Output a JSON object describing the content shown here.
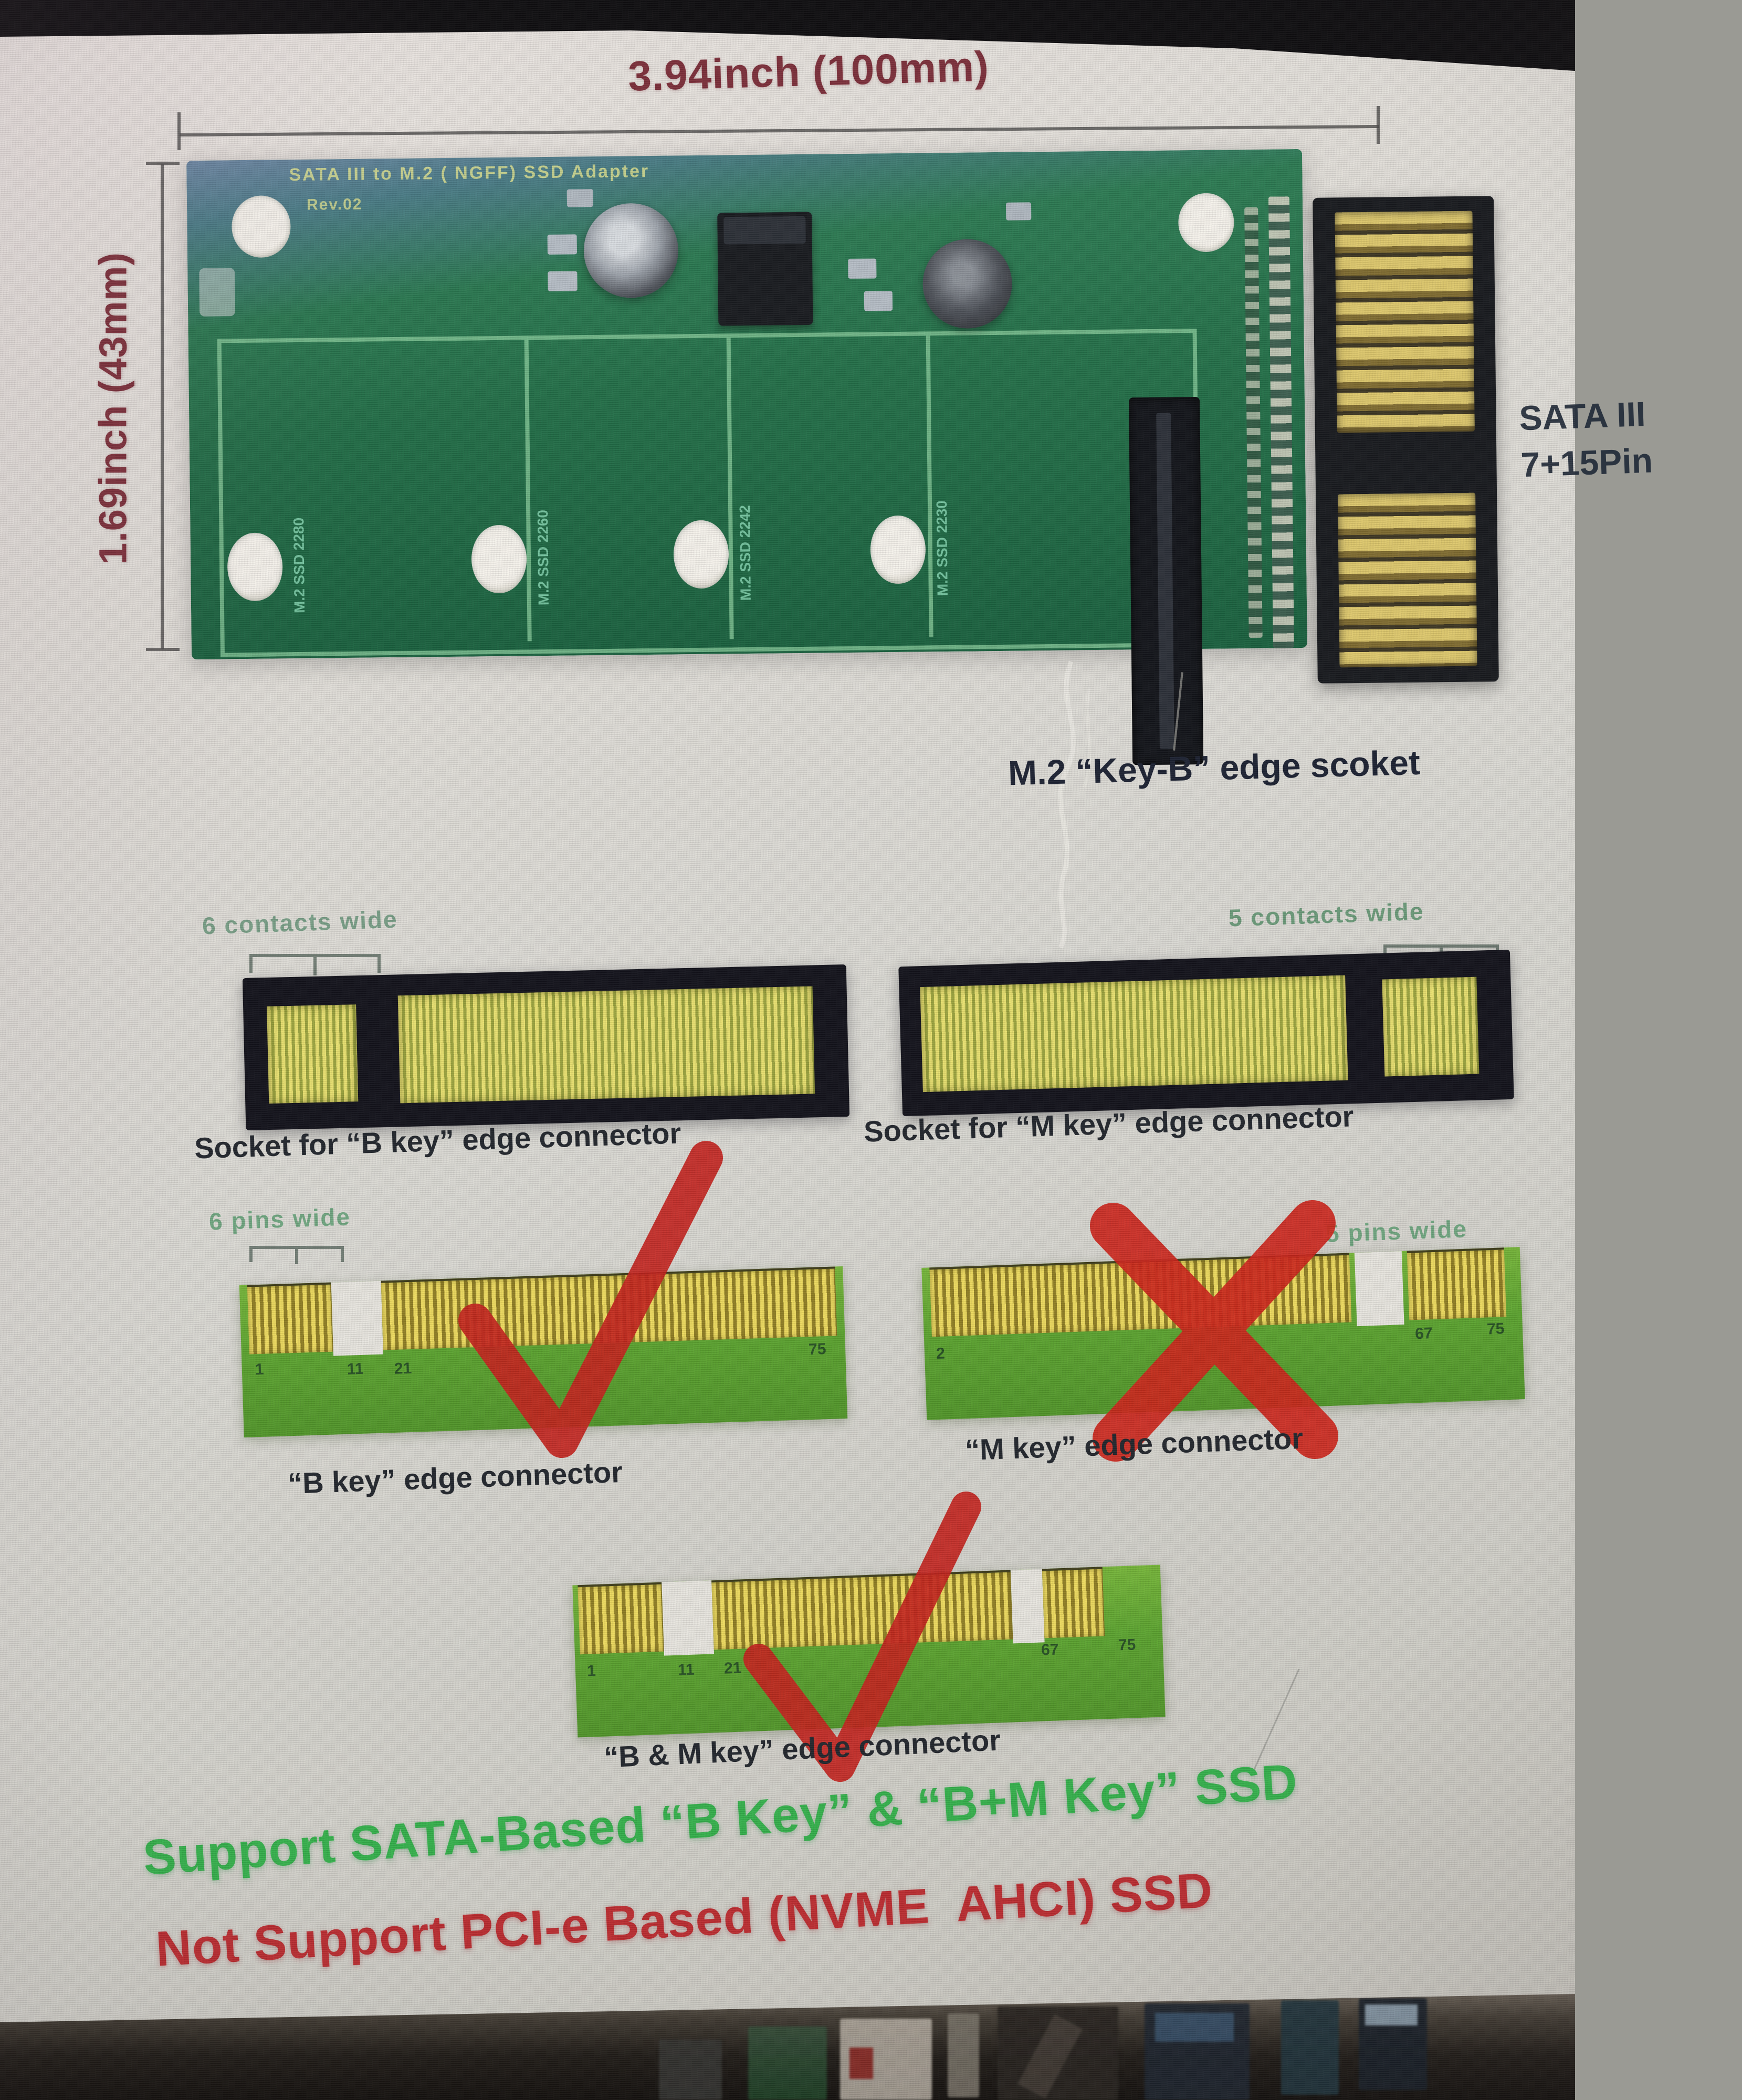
{
  "dimension_labels": {
    "width": "3.94inch (100mm)",
    "height": "1.69inch (43mm)"
  },
  "board": {
    "silkscreen_title": "SATA III to M.2 ( NGFF) SSD Adapter",
    "silkscreen_rev": "Rev.02",
    "standoff_labels": [
      "M.2 SSD 2280",
      "M.2 SSD 2260",
      "M.2 SSD 2242",
      "M.2 SSD 2230"
    ]
  },
  "callouts": {
    "sata_line1": "SATA III",
    "sata_line2": "7+15Pin",
    "m2_socket_label": "M.2 “Key-B” edge scoket"
  },
  "sockets": {
    "b": {
      "width_note": "6 contacts wide",
      "caption": "Socket for “B key” edge connector"
    },
    "m": {
      "width_note": "5 contacts wide",
      "caption": "Socket for “M key” edge connector"
    }
  },
  "connectors": {
    "b": {
      "width_note": "6 pins wide",
      "caption": "“B key” edge connector",
      "pin_numbers": [
        "1",
        "11",
        "21",
        "75"
      ]
    },
    "m": {
      "width_note": "5 pins wide",
      "caption": "“M key” edge connector",
      "pin_numbers": [
        "2",
        "67",
        "75"
      ]
    },
    "bm": {
      "caption": "“B & M key” edge connector",
      "pin_numbers": [
        "1",
        "11",
        "21",
        "67",
        "75"
      ]
    }
  },
  "footer": {
    "support": "Support SATA-Based “B Key” & “B+M Key” SSD",
    "not_support": "Not Support PCI-e Based (NVME  AHCI) SSD"
  },
  "colors": {
    "support_green": "#33b04a",
    "not_support_red": "#bb2a2e",
    "dimension_red": "#7b2d38",
    "pcb_green": "#1f6b44",
    "gold": "#d7c25a",
    "check_red": "#c2201a"
  }
}
